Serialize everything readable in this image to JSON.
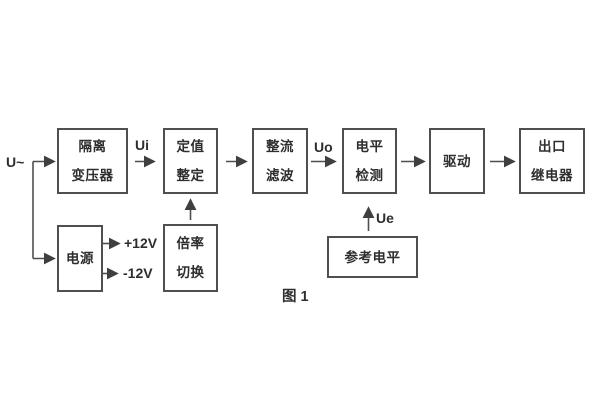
{
  "figure": {
    "caption": "图 1",
    "source_label": "U~",
    "signal_labels": {
      "ui": "Ui",
      "uo": "Uo",
      "ue": "Ue"
    },
    "power_rails": {
      "positive": "+12V",
      "negative": "-12V"
    },
    "blocks": {
      "isolation_transformer": {
        "line1": "隔离",
        "line2": "变压器"
      },
      "setting_adjustment": {
        "line1": "定值",
        "line2": "整定"
      },
      "rectifier_filter": {
        "line1": "整流",
        "line2": "滤波"
      },
      "level_detection": {
        "line1": "电平",
        "line2": "检测"
      },
      "driver": {
        "line1": "驱动"
      },
      "output_relay": {
        "line1": "出口",
        "line2": "继电器"
      },
      "power_supply": {
        "line1": "电源"
      },
      "ratio_switch": {
        "line1": "倍率",
        "line2": "切换"
      },
      "reference_level": {
        "line1": "参考电平"
      }
    },
    "colors": {
      "line": "#4f4f4f",
      "text": "#2e2e2e",
      "background": "#ffffff"
    }
  }
}
